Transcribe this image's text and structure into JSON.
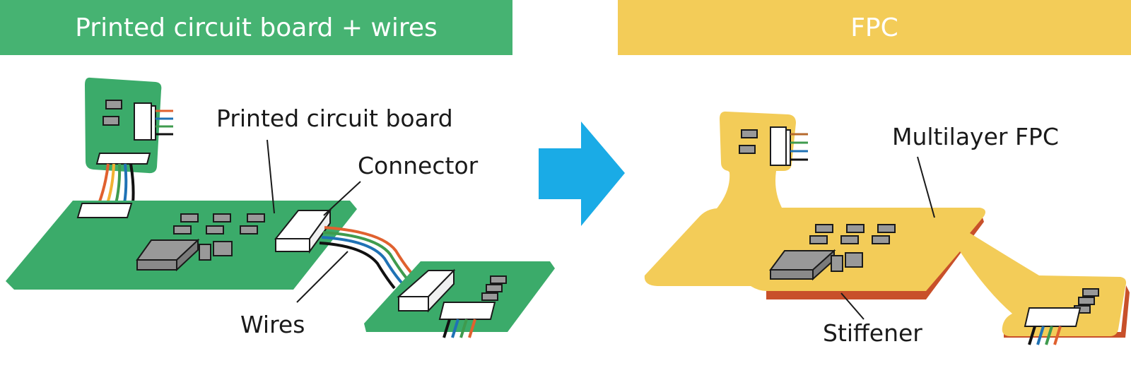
{
  "panels": {
    "left_title": "Printed circuit board + wires",
    "right_title": "FPC"
  },
  "labels": {
    "pcb": "Printed circuit board",
    "connector": "Connector",
    "wires": "Wires",
    "multilayer": "Multilayer FPC",
    "stiffener": "Stiffener"
  },
  "colors": {
    "pcb_green": "#3bab6a",
    "fpc_yellow": "#f3cc58",
    "stiffener_red": "#c8502a",
    "arrow_blue": "#1aabe6",
    "wire_colors": [
      "#e0612f",
      "#f2b233",
      "#3f9b4e",
      "#1f72b5",
      "#111111"
    ]
  }
}
